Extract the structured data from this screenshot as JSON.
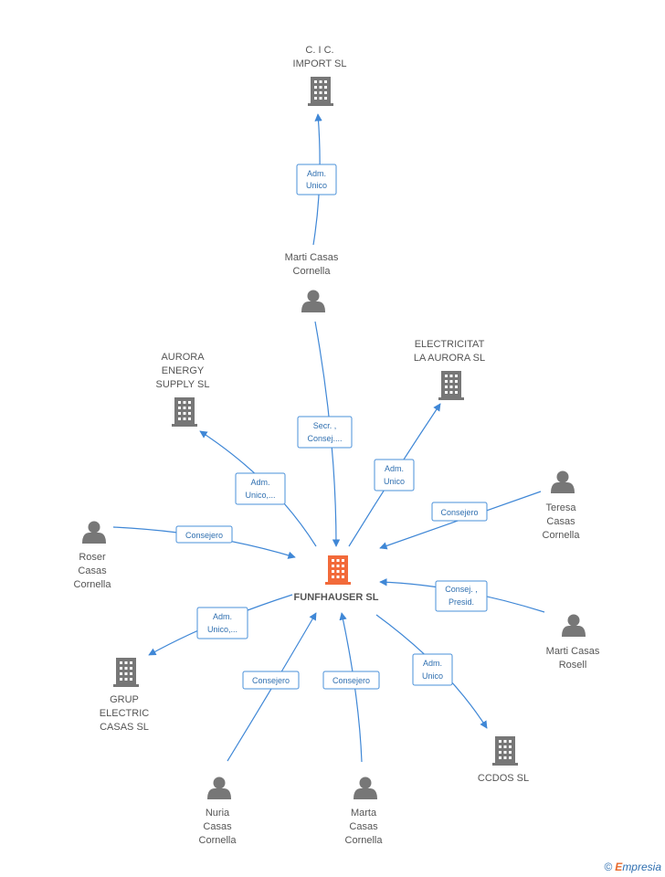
{
  "colors": {
    "accent": "#3f87d6",
    "node": "#777777",
    "center": "#f26a3a"
  },
  "center": {
    "label": "FUNFHAUSER SL"
  },
  "nodes": [
    {
      "id": "cic",
      "type": "company",
      "label": [
        "C. I C.",
        "IMPORT SL"
      ]
    },
    {
      "id": "marti_cornella",
      "type": "person",
      "label": [
        "Marti Casas",
        "Cornella"
      ]
    },
    {
      "id": "aurora_energy",
      "type": "company",
      "label": [
        "AURORA",
        "ENERGY",
        "SUPPLY  SL"
      ]
    },
    {
      "id": "electricitat",
      "type": "company",
      "label": [
        "ELECTRICITAT",
        "LA AURORA SL"
      ]
    },
    {
      "id": "teresa",
      "type": "person",
      "label": [
        "Teresa",
        "Casas",
        "Cornella"
      ]
    },
    {
      "id": "roser",
      "type": "person",
      "label": [
        "Roser",
        "Casas",
        "Cornella"
      ]
    },
    {
      "id": "marti_rosell",
      "type": "person",
      "label": [
        "Marti Casas",
        "Rosell"
      ]
    },
    {
      "id": "grup",
      "type": "company",
      "label": [
        "GRUP",
        "ELECTRIC",
        "CASAS SL"
      ]
    },
    {
      "id": "ccdos",
      "type": "company",
      "label": [
        "CCDOS SL"
      ]
    },
    {
      "id": "nuria",
      "type": "person",
      "label": [
        "Nuria",
        "Casas",
        "Cornella"
      ]
    },
    {
      "id": "marta",
      "type": "person",
      "label": [
        "Marta",
        "Casas",
        "Cornella"
      ]
    }
  ],
  "edges": [
    {
      "id": "e_marti_cic",
      "label": [
        "Adm.",
        "Unico"
      ]
    },
    {
      "id": "e_marti_center",
      "label": [
        "Secr. ,",
        "Consej...."
      ]
    },
    {
      "id": "e_center_aurora",
      "label": [
        "Adm.",
        "Unico,..."
      ]
    },
    {
      "id": "e_center_electricitat",
      "label": [
        "Adm.",
        "Unico"
      ]
    },
    {
      "id": "e_teresa_center",
      "label": [
        "Consejero"
      ]
    },
    {
      "id": "e_roser_center",
      "label": [
        "Consejero"
      ]
    },
    {
      "id": "e_rosell_center",
      "label": [
        "Consej. ,",
        "Presid."
      ]
    },
    {
      "id": "e_center_grup",
      "label": [
        "Adm.",
        "Unico,..."
      ]
    },
    {
      "id": "e_center_ccdos",
      "label": [
        "Adm.",
        "Unico"
      ]
    },
    {
      "id": "e_nuria_center",
      "label": [
        "Consejero"
      ]
    },
    {
      "id": "e_marta_center",
      "label": [
        "Consejero"
      ]
    }
  ],
  "footer": {
    "copyright": "©",
    "brand_first": "E",
    "brand_rest": "mpresia"
  }
}
